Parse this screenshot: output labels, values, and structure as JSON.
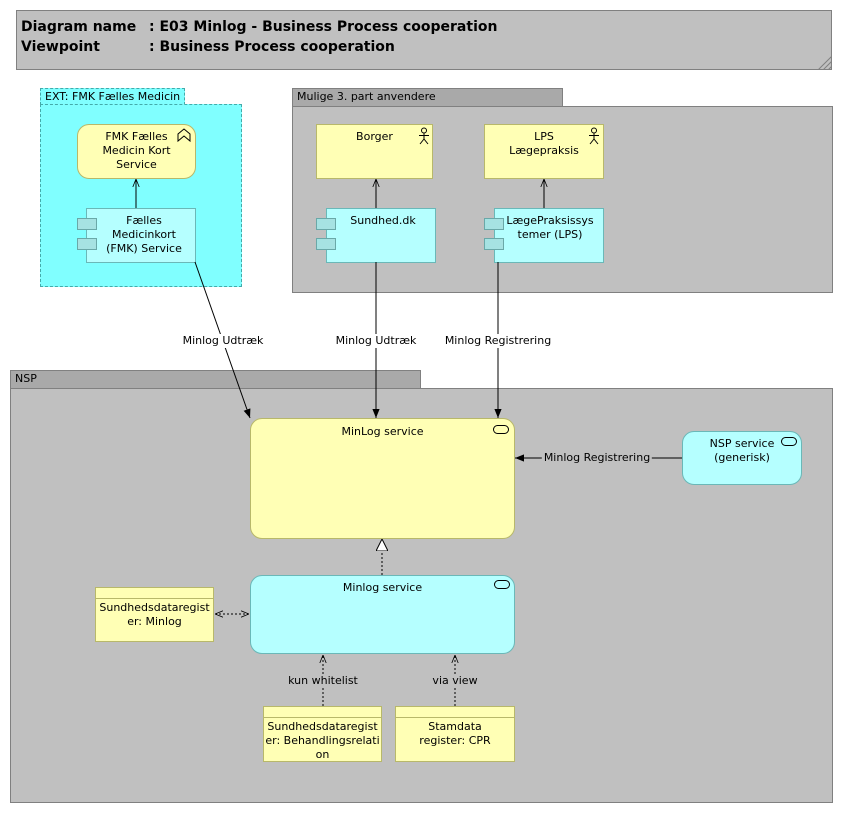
{
  "header": {
    "diagram_name_key": "Diagram name",
    "diagram_name_value": ": E03 Minlog - Business Process cooperation",
    "viewpoint_key": "Viewpoint",
    "viewpoint_value": ": Business Process cooperation"
  },
  "groups": {
    "ext": "EXT: FMK Fælles Medicin Kort",
    "mulige": "Mulige 3. part anvendere",
    "nsp": "NSP"
  },
  "elements": {
    "fmk_service": "FMK Fælles Medicin Kort Service",
    "fmk_component": "Fælles Medicinkort (FMK) Service",
    "borger": "Borger",
    "sundhed": "Sundhed.dk",
    "lps": "LPS Lægepraksis",
    "lps_system": "LægePraksissystemer (LPS)",
    "minlog_business_service": "MinLog service",
    "nsp_service": "NSP service (generisk)",
    "minlog_app_service": "Minlog service",
    "sds_minlog": "Sundhedsdataregister: Minlog",
    "sds_behandling": "Sundhedsdataregister: Behandlingsrelation",
    "stamdata": "Stamdata register: CPR"
  },
  "relations": {
    "fmk_udtraek": "Minlog Udtræk",
    "sundhed_udtraek": "Minlog Udtræk",
    "lps_registrering": "Minlog Registrering",
    "nsp_registrering": "Minlog Registrering",
    "kun_whitelist": "kun whitelist",
    "via_view": "via view"
  },
  "colors": {
    "group_gray": "#c0c0c0",
    "ext_group": "#80ffff",
    "business_yellow": "#ffffb5",
    "application_cyan": "#b5ffff"
  }
}
